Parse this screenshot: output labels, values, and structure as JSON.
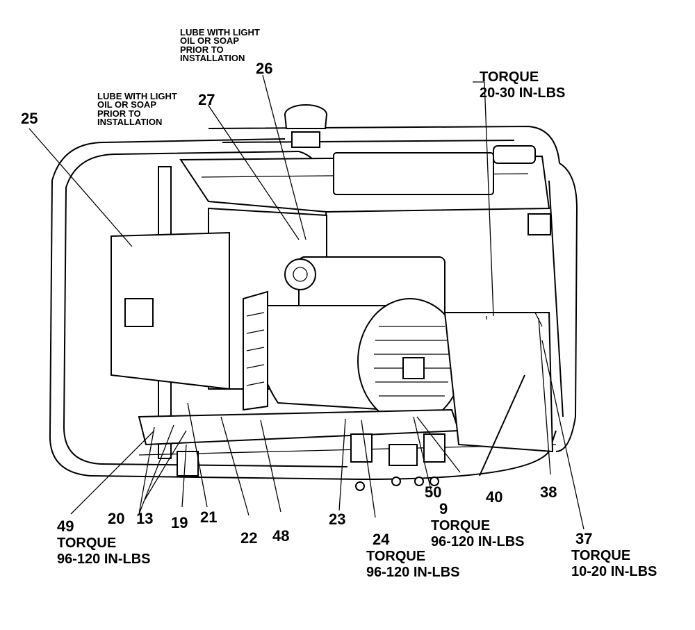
{
  "parts": {
    "p25": "25",
    "p27": "27",
    "p26": "26",
    "p20": "20",
    "p13": "13",
    "p19": "19",
    "p21": "21",
    "p22": "22",
    "p48": "48",
    "p23": "23",
    "p50": "50",
    "p40": "40",
    "p38": "38"
  },
  "notes": {
    "lube_top": "LUBE WITH LIGHT\nOIL OR SOAP\nPRIOR TO\nINSTALLATION",
    "lube_left": "LUBE WITH LIGHT\nOIL OR SOAP\nPRIOR TO\nINSTALLATION"
  },
  "callouts": {
    "c_torque_top": {
      "label": "TORQUE",
      "value": "20-30 IN-LBS"
    },
    "c49": {
      "part": "49",
      "label": "TORQUE",
      "value": "96-120 IN-LBS"
    },
    "c24": {
      "part": "24",
      "label": "TORQUE",
      "value": "96-120 IN-LBS"
    },
    "c9": {
      "part": "9",
      "label": "TORQUE",
      "value": "96-120 IN-LBS"
    },
    "c37": {
      "part": "37",
      "label": "TORQUE",
      "value": "10-20 IN-LBS"
    }
  }
}
